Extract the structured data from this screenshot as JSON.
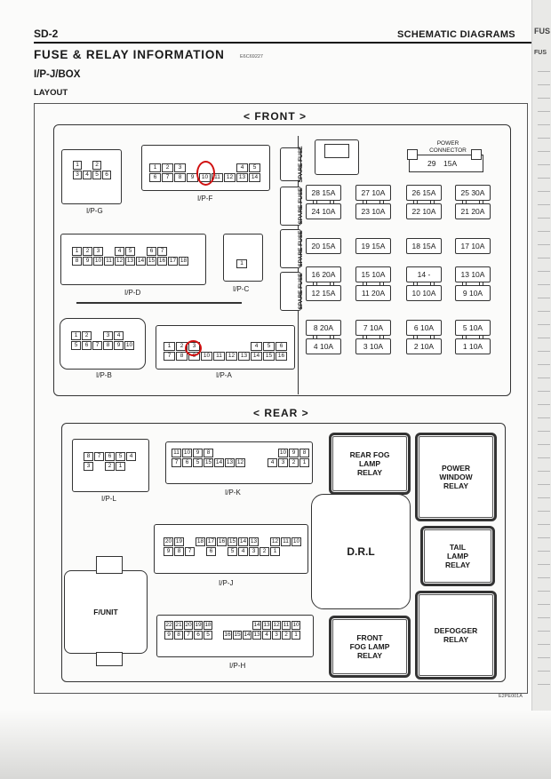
{
  "header": {
    "section": "SD-2",
    "chapter": "SCHEMATIC DIAGRAMS"
  },
  "edge": {
    "tab1": "FUS",
    "tab2": "FUS"
  },
  "title": "FUSE & RELAY INFORMATION",
  "doc_code": "E6C69227",
  "subtitle": "I/P-J/BOX",
  "layout_label": "LAYOUT",
  "front": {
    "label": "< FRONT >",
    "connectors": {
      "ipg": {
        "label": "I/P-G",
        "rows": [
          [
            "1",
            "",
            "2"
          ],
          [
            "3",
            "4",
            "5",
            "6"
          ]
        ]
      },
      "ipf": {
        "label": "I/P-F",
        "rows": [
          [
            "1",
            "2",
            "3",
            "",
            "",
            "",
            "",
            "4",
            "5"
          ],
          [
            "6",
            "7",
            "8",
            "9",
            "10",
            "11",
            "12",
            "13",
            "14"
          ]
        ]
      },
      "ipd": {
        "label": "I/P-D",
        "rows": [
          [
            "1",
            "2",
            "3",
            "",
            "4",
            "5",
            "",
            "6",
            "7"
          ],
          [
            "8",
            "9",
            "10",
            "11",
            "12",
            "13",
            "14",
            "15",
            "16",
            "17",
            "18"
          ]
        ]
      },
      "ipc": {
        "label": "I/P-C",
        "pin": "1"
      },
      "ipb": {
        "label": "I/P-B",
        "rows": [
          [
            "1",
            "2",
            "",
            "3",
            "4"
          ],
          [
            "5",
            "6",
            "7",
            "8",
            "9",
            "10"
          ]
        ]
      },
      "ipa": {
        "label": "I/P-A",
        "rows": [
          [
            "1",
            "2",
            "3",
            "",
            "",
            "",
            "",
            "4",
            "5",
            "6"
          ],
          [
            "7",
            "8",
            "9",
            "10",
            "11",
            "12",
            "13",
            "14",
            "15",
            "16"
          ]
        ]
      }
    },
    "spare_label": "SPARE FUSE",
    "power_connector": "POWER CONNECTOR",
    "fuse29": {
      "number": "29",
      "rating": "15A"
    },
    "fuses": [
      [
        "28 15A",
        "27 10A",
        "26 15A",
        "25 30A"
      ],
      [
        "24 10A",
        "23 10A",
        "22 10A",
        "21 20A"
      ],
      [
        "20 15A",
        "19 15A",
        "18 15A",
        "17 10A"
      ],
      [
        "16 20A",
        "15 10A",
        "14 -",
        "13 10A"
      ],
      [
        "12 15A",
        "11 20A",
        "10 10A",
        "9 10A"
      ],
      [
        "8 20A",
        "7 10A",
        "6 10A",
        "5 10A"
      ],
      [
        "4 10A",
        "3 10A",
        "2 10A",
        "1 10A"
      ]
    ]
  },
  "rear": {
    "label": "< REAR >",
    "connectors": {
      "ipl": {
        "label": "I/P-L",
        "rows": [
          [
            "8",
            "7",
            "6",
            "5",
            "4"
          ],
          [
            "3",
            "",
            "2",
            "1"
          ]
        ]
      },
      "ipk": {
        "label": "I/P-K",
        "rows": [
          [
            "11",
            "10",
            "9",
            "8",
            "",
            "",
            "",
            "",
            "",
            "",
            "10",
            "9",
            "8"
          ],
          [
            "7",
            "6",
            "5",
            "15",
            "14",
            "13",
            "12",
            "",
            "",
            "4",
            "3",
            "2",
            "1"
          ]
        ]
      },
      "ipj": {
        "label": "I/P-J",
        "rows": [
          [
            "20",
            "19",
            "",
            "18",
            "17",
            "16",
            "15",
            "14",
            "13",
            "",
            "12",
            "11",
            "10"
          ],
          [
            "9",
            "8",
            "7",
            "",
            "6",
            "",
            "5",
            "4",
            "3",
            "2",
            "1"
          ]
        ]
      },
      "iph": {
        "label": "I/P-H",
        "rows": [
          [
            "22",
            "21",
            "20",
            "19",
            "18",
            "",
            "",
            "",
            "",
            "14",
            "13",
            "12",
            "11",
            "10"
          ],
          [
            "9",
            "8",
            "7",
            "6",
            "5",
            "",
            "16",
            "15",
            "14",
            "13",
            "4",
            "3",
            "2",
            "1"
          ]
        ]
      }
    },
    "funit": "F/UNIT",
    "drl": "D.R.L",
    "relays": {
      "rear_fog": "REAR FOG LAMP RELAY",
      "power_window": "POWER WINDOW RELAY",
      "tail": "TAIL LAMP RELAY",
      "front_fog": "FRONT FOG LAMP RELAY",
      "defogger": "DEFOGGER RELAY"
    }
  },
  "footer_code": "E2PE001A",
  "colors": {
    "highlight": "#d01010",
    "ink": "#1a1a1a"
  }
}
